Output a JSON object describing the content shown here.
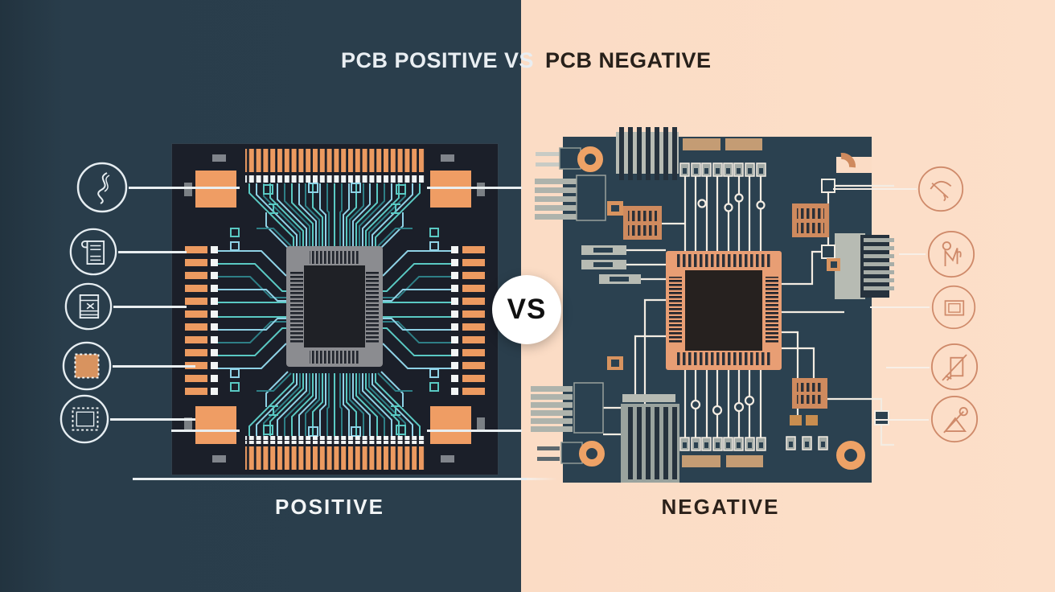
{
  "header": {
    "title_left": "PCB POSITIVE VS",
    "title_right": "PCB NEGATIVE"
  },
  "vs_badge": {
    "label": "VS"
  },
  "panels": {
    "left": {
      "caption": "POSITIVE",
      "background": "#2a3e4c",
      "icons": [
        {
          "name": "squiggle-icon"
        },
        {
          "name": "scroll-icon"
        },
        {
          "name": "document-x-icon"
        },
        {
          "name": "chip-filled-icon"
        },
        {
          "name": "chip-outline-icon"
        }
      ]
    },
    "right": {
      "caption": "NEGATIVE",
      "background": "#fbdcc5",
      "icons": [
        {
          "name": "pickaxe-icon"
        },
        {
          "name": "flag-icon"
        },
        {
          "name": "frame-icon"
        },
        {
          "name": "slashed-box-icon"
        },
        {
          "name": "slashed-triangle-icon"
        }
      ]
    }
  },
  "colors": {
    "left_background": "#2a3e4c",
    "left_board": "#1b1f29",
    "copper_pad": "#ec9a60",
    "teal_trace": "#5ac9c3",
    "blue_trace": "#8fd2e6",
    "right_background": "#fbdcc5",
    "right_board": "#2b4150",
    "copper_chip": "#e89e74",
    "white_trace": "#f3ece2",
    "icon_stroke_left": "#e6edf1",
    "icon_stroke_right": "#cf8a6a"
  }
}
